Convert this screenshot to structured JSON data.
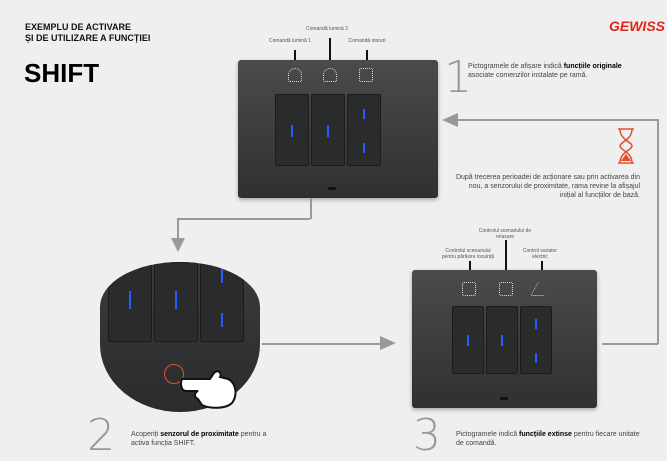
{
  "header": {
    "title_line1": "EXEMPLU DE ACTIVARE",
    "title_line2": "ȘI DE UTILIZARE A FUNCȚIEI",
    "function_name": "SHIFT",
    "logo": "GEWISS"
  },
  "step1": {
    "number": "1",
    "labels": [
      "Comandă lumină 1",
      "Comandă lumină 2",
      "Comandă storuri"
    ],
    "text_bold1": "funcțiile originale",
    "text_rest": "asociate comenzilor instalate pe ramă.",
    "text_pre": "Pictogramele de afișare indică "
  },
  "timeout": {
    "text": "După trecerea perioadei de acționare sau prin activarea din nou, a senzorului de proximitate, rama revine la afișajul inițial al funcțiilor de bază.",
    "icon": "hourglass-icon",
    "color": "#e2502f"
  },
  "step2": {
    "number": "2",
    "text_pre": "Acoperiți ",
    "text_bold": "senzorul de proximitate",
    "text_post": " pentru a activa funcția SHIFT."
  },
  "step3": {
    "number": "3",
    "labels": [
      "Controlul scenariului pentru părăsire locuință",
      "Controlul scenariului de relaxare",
      "Control variator electric"
    ],
    "text_pre": "Pictogramele indică ",
    "text_bold": "funcțiile extinse",
    "text_post": " pentru fiecare unitate de comandă."
  }
}
